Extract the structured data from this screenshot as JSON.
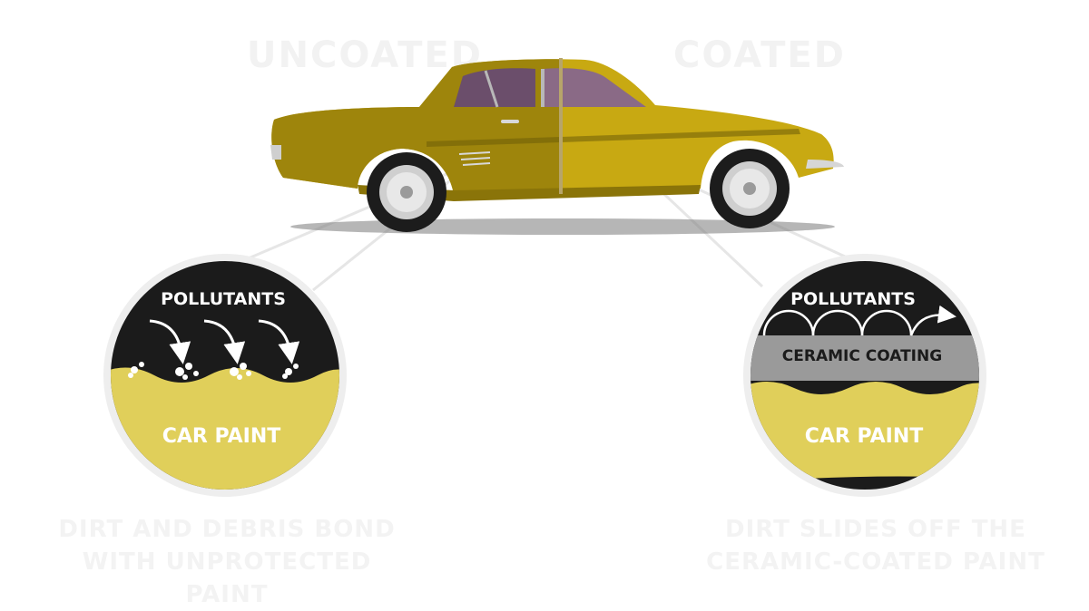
{
  "left_header": "UNCOATED",
  "right_header": "COATED",
  "left_circle": {
    "top_label": "POLLUTANTS",
    "bottom_label": "CAR PAINT"
  },
  "right_circle": {
    "top_label": "POLLUTANTS",
    "coating_label": "CERAMIC COATING",
    "bottom_label": "CAR PAINT"
  },
  "left_caption": {
    "line1": "DIRT AND DEBRIS BOND",
    "line2": "WITH UNPROTECTED PAINT"
  },
  "right_caption": {
    "line1": "DIRT SLIDES OFF THE",
    "line2": "CERAMIC-COATED PAINT"
  },
  "colors": {
    "car_body": "#c8a912",
    "car_body_dark": "#a88d0c",
    "paint_layer": "#e0cf5a",
    "pollutant_layer": "#1b1b1b",
    "coating_layer": "#9a9a9a",
    "ring": "#eeeeee",
    "callout_line": "#e6e6e6"
  }
}
